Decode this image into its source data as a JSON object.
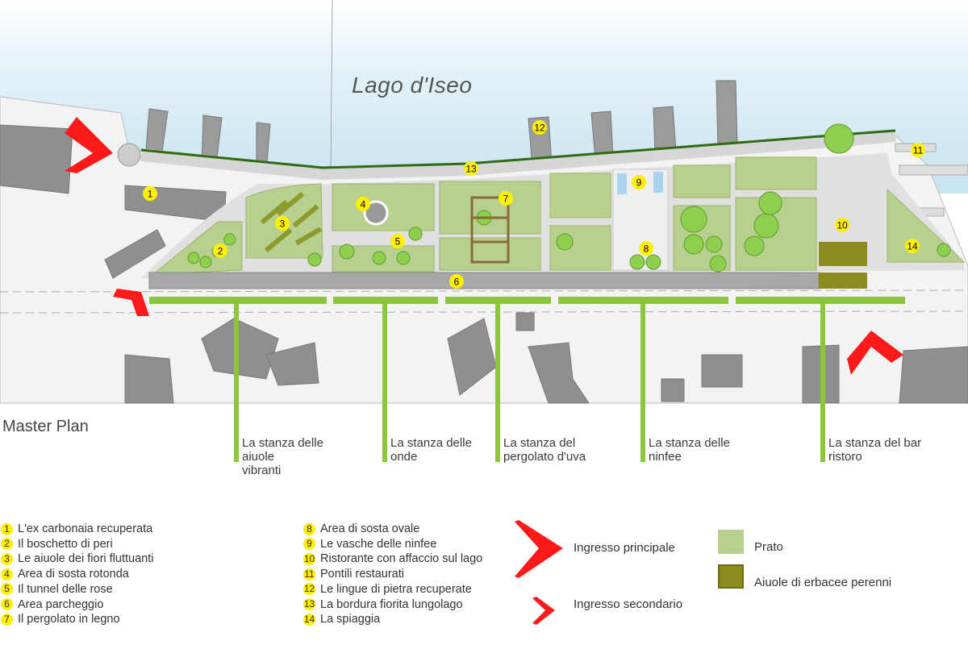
{
  "title": "Lago d'Iseo",
  "subtitle": "Master Plan",
  "rooms": [
    {
      "line1": "La stanza delle aiuole",
      "line2": "vibranti"
    },
    {
      "line1": "La stanza delle",
      "line2": "onde"
    },
    {
      "line1": "La stanza del",
      "line2": "pergolato d'uva"
    },
    {
      "line1": "La stanza delle",
      "line2": "ninfee"
    },
    {
      "line1": "La stanza del bar",
      "line2": "ristoro"
    }
  ],
  "legend": [
    {
      "n": "1",
      "label": "L'ex carbonaia  recuperata"
    },
    {
      "n": "2",
      "label": "Il boschetto di peri"
    },
    {
      "n": "3",
      "label": "Le aiuole  dei fiori fluttuanti"
    },
    {
      "n": "4",
      "label": "Area di sosta rotonda"
    },
    {
      "n": "5",
      "label": "Il tunnel delle rose"
    },
    {
      "n": "6",
      "label": "Area parcheggio"
    },
    {
      "n": "7",
      "label": "Il pergolato in legno"
    },
    {
      "n": "8",
      "label": "Area di sosta ovale"
    },
    {
      "n": "9",
      "label": "Le vasche delle ninfee"
    },
    {
      "n": "10",
      "label": "Ristorante con affaccio sul lago"
    },
    {
      "n": "11",
      "label": "Pontili restaurati"
    },
    {
      "n": "12",
      "label": "Le lingue di pietra recuperate"
    },
    {
      "n": "13",
      "label": "La bordura fiorita lungolago"
    },
    {
      "n": "14",
      "label": "La spiaggia"
    }
  ],
  "entrances": {
    "main": "Ingresso principale",
    "secondary": "Ingresso secondario"
  },
  "surfaces": {
    "lawn": "Prato",
    "beds": "Aiuole di erbacee perenni"
  },
  "colors": {
    "entrance": "#ff1a1a",
    "room_line": "#8cc63f",
    "lawn": "#b8d08e",
    "beds": "#8d8a1e",
    "marker": "#ffef00",
    "lake": "#cfe7f1"
  }
}
